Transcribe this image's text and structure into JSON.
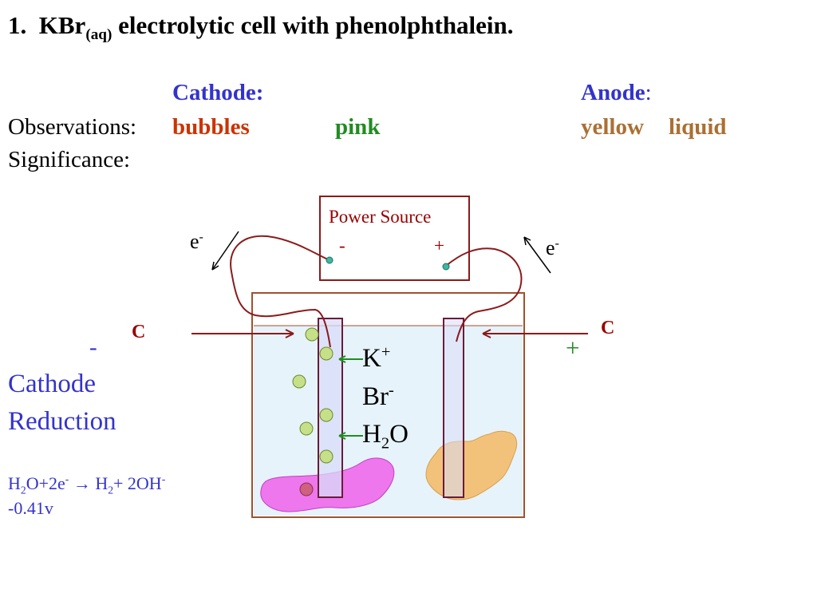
{
  "title": {
    "number": "1.",
    "prefix": "KBr",
    "sub": "(aq)",
    "rest": "electrolytic cell with phenolphthalein."
  },
  "headers": {
    "cathode": "Cathode:",
    "anode": "Anode",
    "anode_colon": ":"
  },
  "rows": {
    "observations_label": "Observations:",
    "significance_label": "Significance:",
    "bubbles": "bubbles",
    "pink": "pink",
    "yellow": "yellow",
    "liquid": "liquid"
  },
  "power": {
    "label": "Power Source",
    "minus": "-",
    "plus": "+"
  },
  "electron": {
    "e": "e",
    "sup": "-"
  },
  "electrodes": {
    "left_c": "C",
    "right_c": "C",
    "left_sign": "-",
    "right_sign": "+"
  },
  "ions": {
    "k": "K",
    "k_sup": "+",
    "br": "Br",
    "br_sup": "-",
    "h2o_h": "H",
    "h2o_sub": "2",
    "h2o_o": "O"
  },
  "side": {
    "cathode": "Cathode",
    "reduction": "Reduction",
    "eq_h": "H",
    "eq_2a": "2",
    "eq_o2e": "O+2e",
    "eq_sup1": "-",
    "eq_arrow": " → H",
    "eq_2b": "2",
    "eq_plus": "+ 2OH",
    "eq_sup2": "-",
    "potential": "-0.41v"
  },
  "colors": {
    "cathode_blue": "#3333cc",
    "bubbles_orange": "#cc3300",
    "pink_green": "#228b22",
    "anode_brown": "#aa7033",
    "wire": "#8b1a1a",
    "beaker": "#a0522d",
    "solution": "#e6f3fb",
    "electrode_fill": "#d8dcf8",
    "bubble": "#c6e08a",
    "pink_liquid": "#ee77ee",
    "yellow_liquid": "#f2c27a"
  }
}
